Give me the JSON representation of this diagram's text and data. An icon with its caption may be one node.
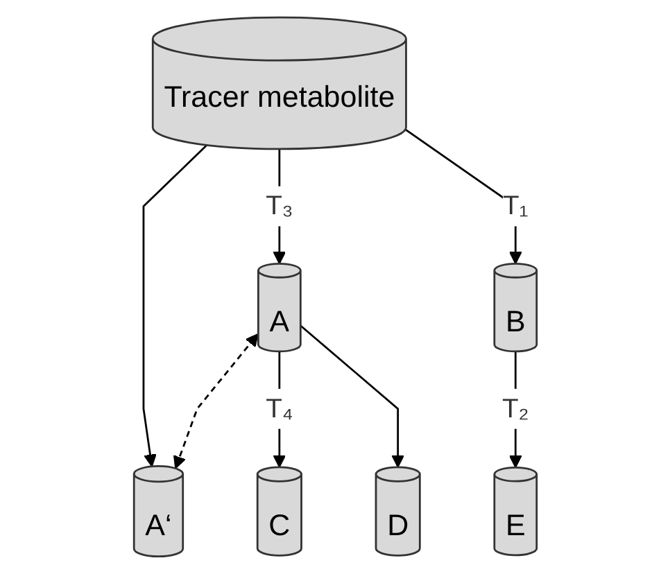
{
  "diagram": {
    "nodes": [
      {
        "text": [
          "Tracer metabolite"
        ]
      },
      {
        "text": [
          "A"
        ]
      },
      {
        "text": [
          "A‘"
        ]
      },
      {
        "text": [
          "B"
        ]
      },
      {
        "text": [
          "C"
        ]
      },
      {
        "text": [
          "D"
        ]
      },
      {
        "text": [
          "E"
        ]
      }
    ],
    "edges": [
      {
        "from": 0,
        "to": 1,
        "arrow": "to",
        "label": "T₃"
      },
      {
        "from": 0,
        "to": 2,
        "arrow": "to"
      },
      {
        "from": 0,
        "to": 3,
        "arrow": "to",
        "label": "T₁"
      },
      {
        "from": 1,
        "to": 2,
        "arrow": "both",
        "style": "dashed"
      },
      {
        "from": 3,
        "to": 6,
        "arrow": "to",
        "label": "T₂"
      },
      {
        "from": 1,
        "to": 4,
        "arrow": "to",
        "label": "T₄"
      },
      {
        "from": 1,
        "to": 5,
        "arrow": "to"
      }
    ]
  }
}
